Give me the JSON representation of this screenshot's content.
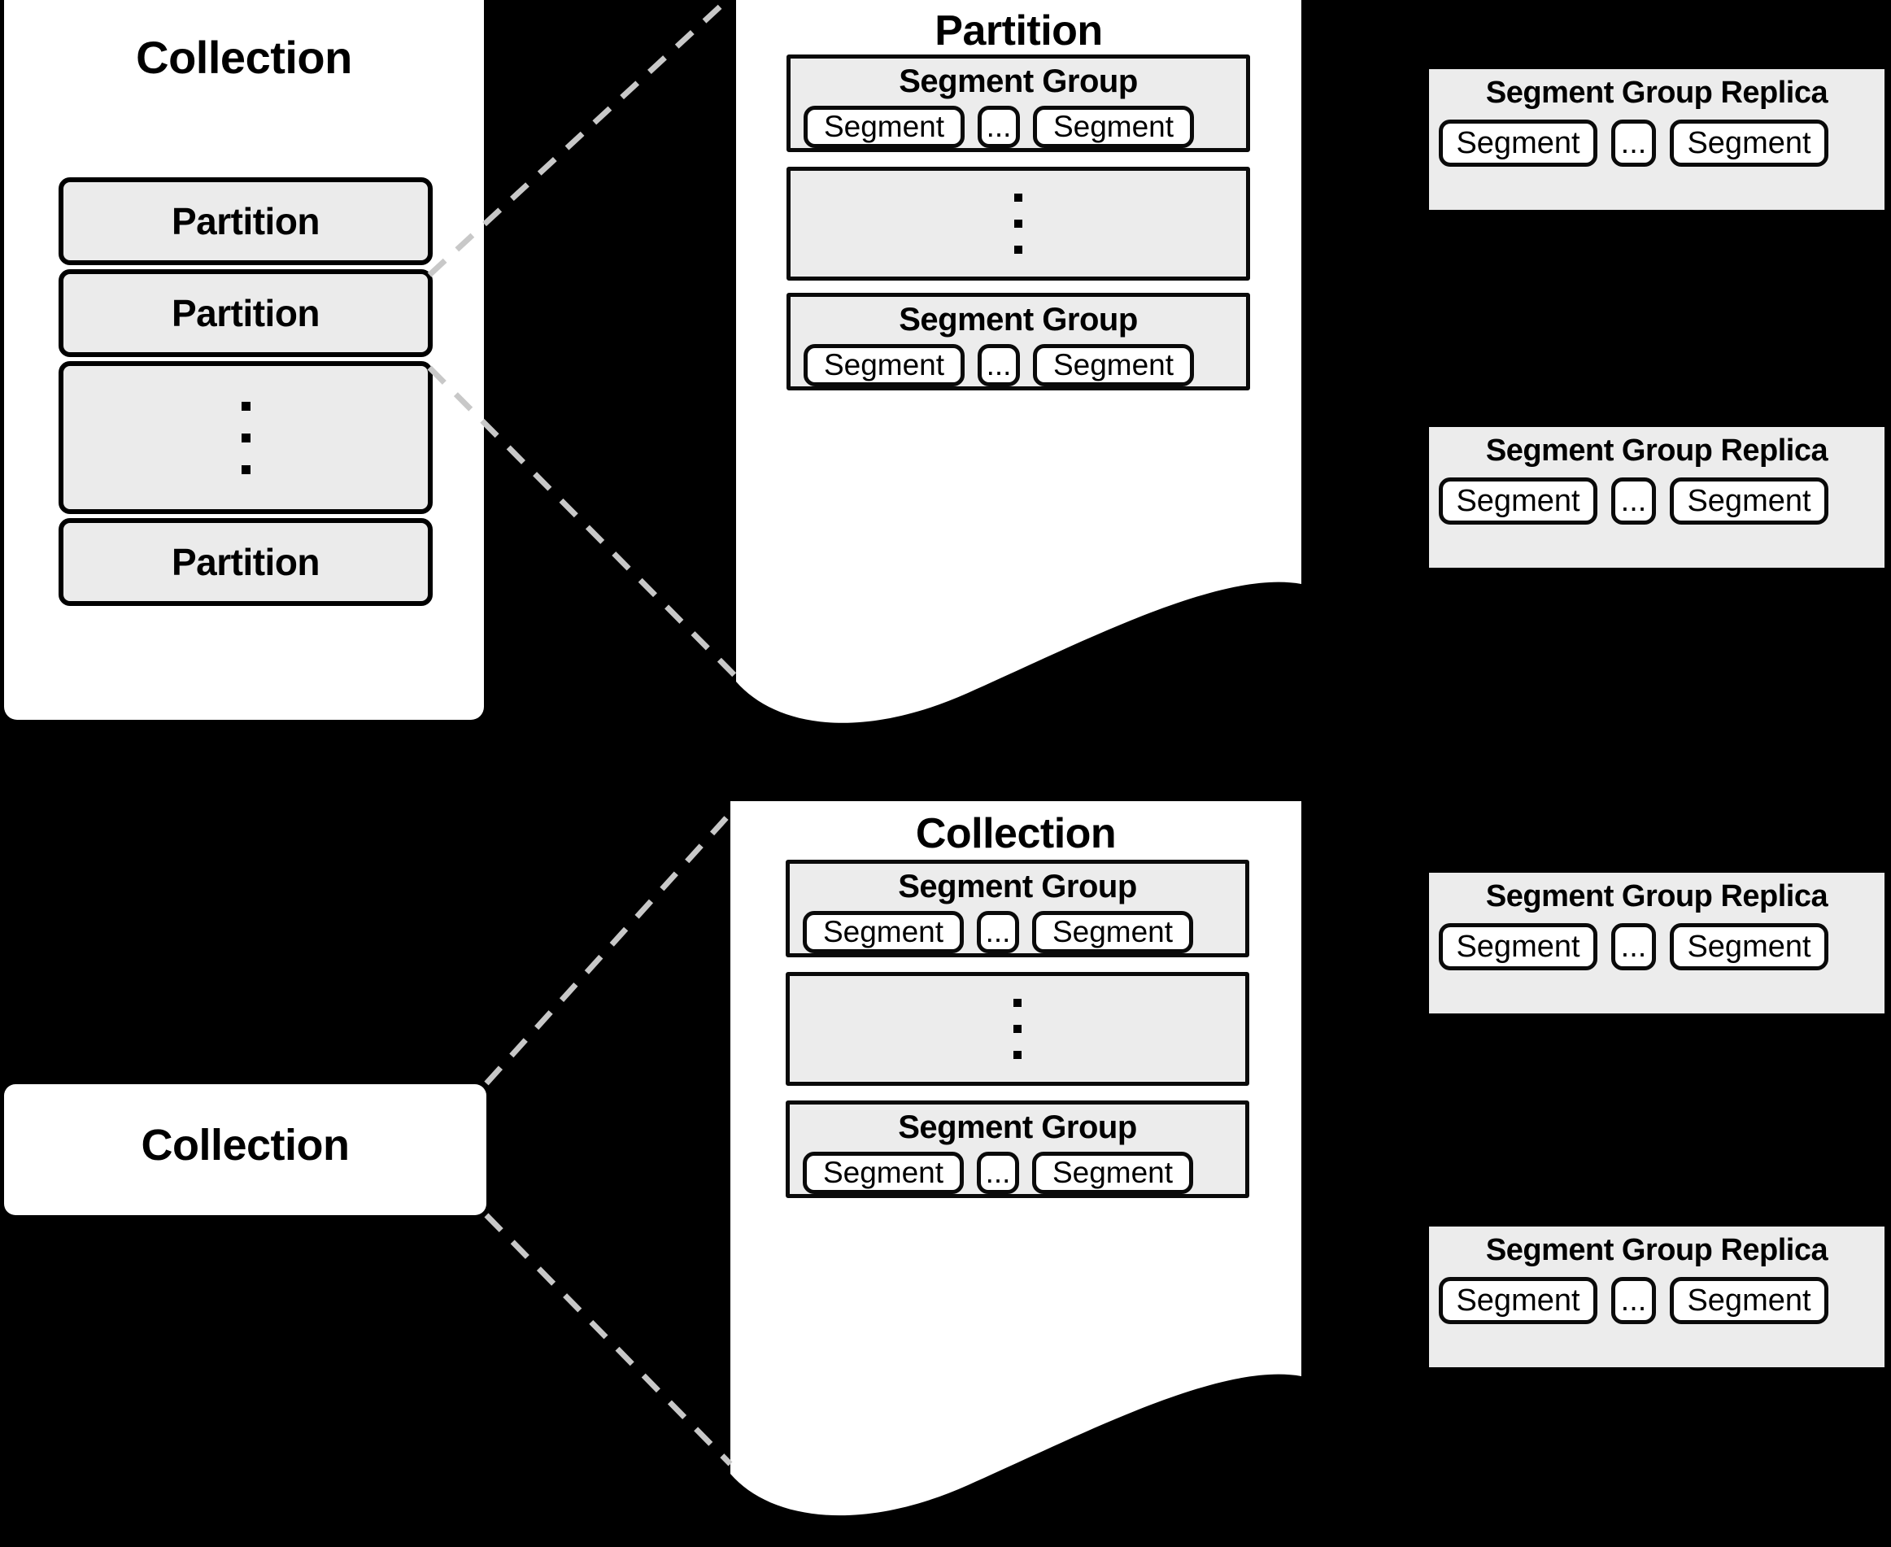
{
  "diagram": {
    "title": "Collection / Partition / Segment Group hierarchy",
    "background_color": "#000000",
    "panel_color": "#FFFFFF",
    "box_fill_color": "#EBEBEB",
    "group_fill_color": "#ECECEC",
    "border_color": "#000000",
    "connector_color": "#C8C8C8"
  },
  "labels": {
    "collection": "Collection",
    "partition": "Partition",
    "segment_group": "Segment Group",
    "segment_group_replica": "Segment Group Replica",
    "segment": "Segment",
    "ellipsis": "..."
  },
  "top_group": {
    "source_box": {
      "title": "Collection",
      "rows": [
        {
          "type": "item",
          "label": "Partition"
        },
        {
          "type": "item",
          "label": "Partition"
        },
        {
          "type": "ellipsis",
          "label": ""
        },
        {
          "type": "item",
          "label": "Partition"
        }
      ]
    },
    "detail_panel": {
      "title": "Partition",
      "groups": [
        {
          "type": "group",
          "title": "Segment Group",
          "segments": [
            "Segment",
            "...",
            "Segment"
          ]
        },
        {
          "type": "ellipsis",
          "title": "",
          "segments": []
        },
        {
          "type": "group",
          "title": "Segment Group",
          "segments": [
            "Segment",
            "...",
            "Segment"
          ]
        }
      ],
      "torn_bottom_edge": true
    },
    "replicas": [
      {
        "title": "Segment Group Replica",
        "segments": [
          "Segment",
          "...",
          "Segment"
        ]
      },
      {
        "title": "Segment Group Replica",
        "segments": [
          "Segment",
          "...",
          "Segment"
        ]
      }
    ]
  },
  "bottom_group": {
    "source_box": {
      "title": "Collection"
    },
    "detail_panel": {
      "title": "Collection",
      "groups": [
        {
          "type": "group",
          "title": "Segment Group",
          "segments": [
            "Segment",
            "...",
            "Segment"
          ]
        },
        {
          "type": "ellipsis",
          "title": "",
          "segments": []
        },
        {
          "type": "group",
          "title": "Segment Group",
          "segments": [
            "Segment",
            "...",
            "Segment"
          ]
        }
      ],
      "torn_bottom_edge": true
    },
    "replicas": [
      {
        "title": "Segment Group Replica",
        "segments": [
          "Segment",
          "...",
          "Segment"
        ]
      },
      {
        "title": "Segment Group Replica",
        "segments": [
          "Segment",
          "...",
          "Segment"
        ]
      }
    ]
  }
}
